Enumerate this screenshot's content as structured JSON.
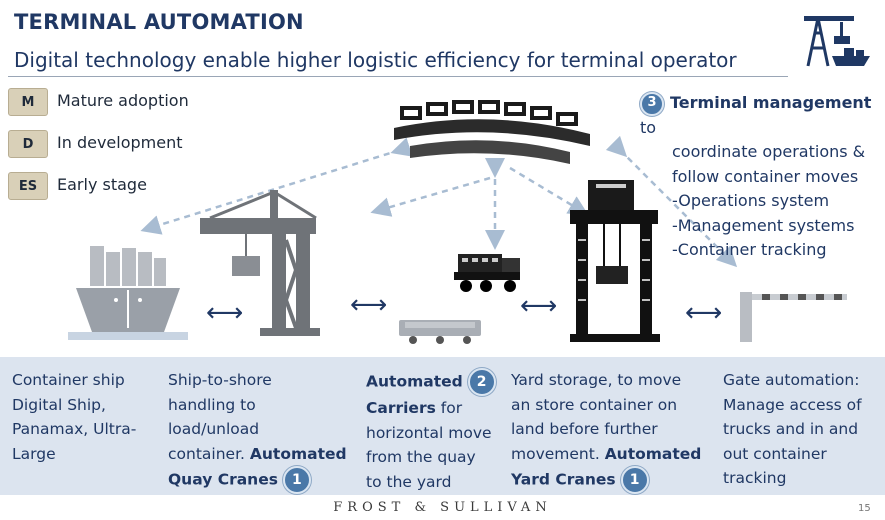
{
  "header": {
    "title": "TERMINAL AUTOMATION",
    "subtitle": "Digital technology enable higher logistic efficiency for terminal operator"
  },
  "legend": [
    {
      "code": "M",
      "label": "Mature adoption"
    },
    {
      "code": "D",
      "label": "In development"
    },
    {
      "code": "ES",
      "label": "Early stage"
    }
  ],
  "terminal_management": {
    "number": "3",
    "title": "Terminal management",
    "title_suffix": " to",
    "lines": [
      "coordinate operations &",
      "follow container moves",
      "-Operations system",
      "-Management systems",
      "-Container tracking"
    ]
  },
  "columns": {
    "ship": {
      "lines": [
        "Container ship",
        "Digital Ship,",
        "Panamax, Ultra-",
        "Large"
      ]
    },
    "quay": {
      "lines": [
        "Ship-to-shore",
        "handling to",
        "load/unload"
      ],
      "line4_prefix": "container. ",
      "bold_a": "Automated",
      "bold_b": "Quay Cranes",
      "number": "1"
    },
    "carriers": {
      "bold_a": "Automated",
      "number": "2",
      "bold_b": "Carriers",
      "line2_suffix": " for",
      "lines": [
        "horizontal move",
        "from the quay",
        "to the yard"
      ]
    },
    "yard": {
      "lines": [
        "Yard storage, to move",
        "an store container on",
        "land before further"
      ],
      "line4_prefix": "movement. ",
      "bold_a": "Automated",
      "bold_b": "Yard Cranes",
      "number": "1"
    },
    "gate": {
      "lines": [
        "Gate automation:",
        "Manage access of",
        "trucks and in and",
        "out container",
        "tracking"
      ]
    }
  },
  "footer": {
    "brand": "FROST & SULLIVAN",
    "page": "15"
  },
  "icons": [
    "crane-logo-icon",
    "control-room-icon",
    "container-ship-icon",
    "quay-crane-icon",
    "truck-icon",
    "automated-carrier-icon",
    "yard-crane-icon",
    "gate-barrier-icon"
  ],
  "colors": {
    "title": "#203864",
    "band": "#dce4ef",
    "badge": "#4a78a8",
    "legend_box": "#d9d0b8"
  }
}
